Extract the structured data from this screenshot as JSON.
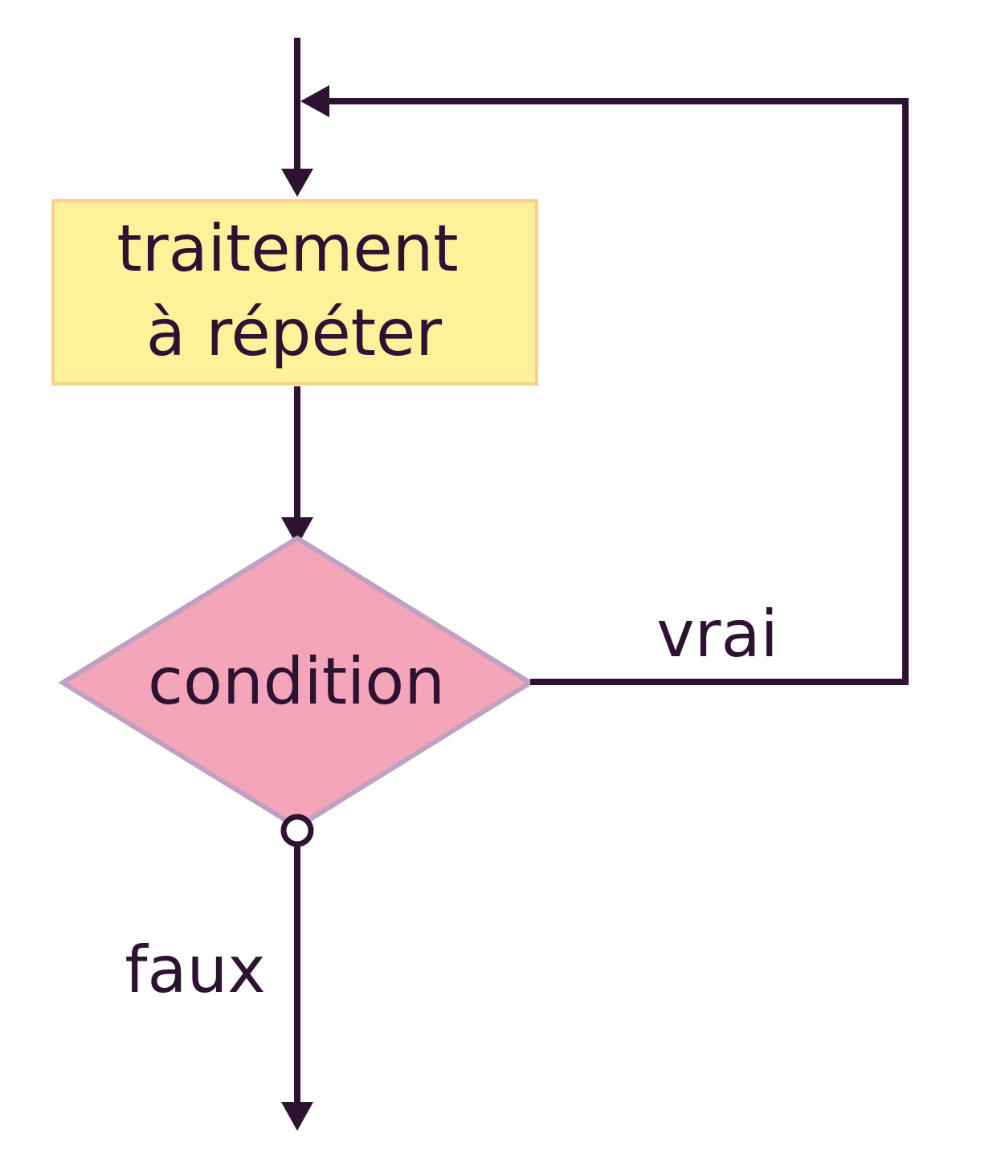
{
  "process_box": {
    "line1": "traitement",
    "line2": "à répéter"
  },
  "decision": {
    "label": "condition"
  },
  "edges": {
    "true_label": "vrai",
    "false_label": "faux"
  },
  "colors": {
    "line": "#2e1232",
    "process_fill": "#fff09a",
    "process_stroke": "#f8cf8c",
    "decision_fill": "#f4a5ba",
    "decision_stroke": "#bea1c3",
    "text": "#2e1232"
  }
}
